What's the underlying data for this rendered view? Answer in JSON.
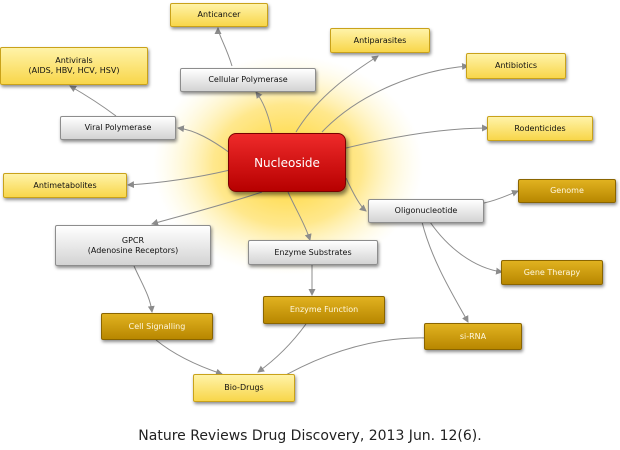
{
  "diagram": {
    "center": "Nucleoside",
    "nodes": {
      "anticancer": "Anticancer",
      "antiparasites": "Antiparasites",
      "antibiotics": "Antibiotics",
      "rodenticides": "Rodenticides",
      "antivirals_line1": "Antivirals",
      "antivirals_line2": "(AIDS, HBV, HCV, HSV)",
      "cellular_polymerase": "Cellular Polymerase",
      "viral_polymerase": "Viral Polymerase",
      "antimetabolites": "Antimetabolites",
      "gpcr_line1": "GPCR",
      "gpcr_line2": "(Adenosine Receptors)",
      "enzyme_substrates": "Enzyme Substrates",
      "oligonucleotide": "Oligonucleotide",
      "genome": "Genome",
      "gene_therapy": "Gene Therapy",
      "cell_signalling": "Cell Signalling",
      "enzyme_function": "Enzyme Function",
      "si_rna": "si-RNA",
      "bio_drugs": "Bio-Drugs"
    },
    "colors": {
      "center": "#d40000",
      "glow": "#ffd21e",
      "yellow_box": "#fce57a",
      "gold_box": "#c99a0a",
      "gray_box": "#e6e6e6",
      "connector": "#8c8c8c"
    }
  },
  "caption": "Nature Reviews Drug Discovery, 2013 Jun. 12(6)."
}
